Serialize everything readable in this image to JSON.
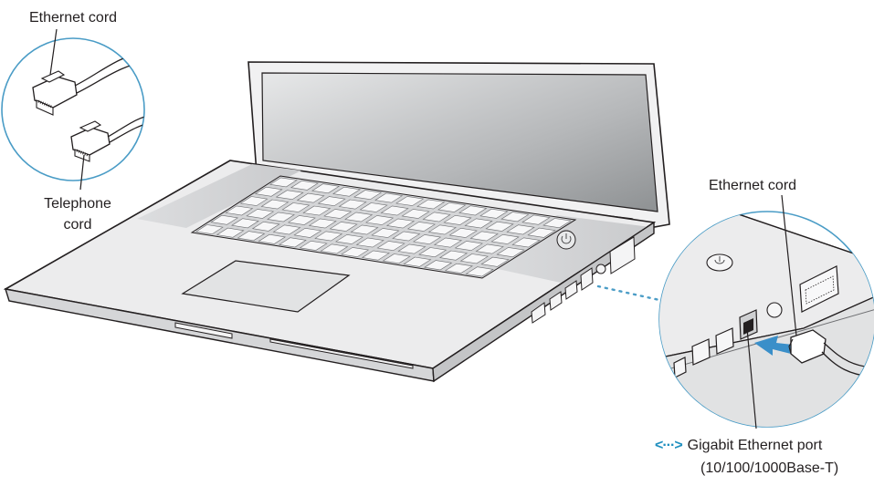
{
  "labels": {
    "ethernet_cord_top": "Ethernet cord",
    "telephone_cord_line1": "Telephone",
    "telephone_cord_line2": "cord",
    "ethernet_cord_right": "Ethernet cord",
    "port_icon": "<···>",
    "gigabit_port_line1": "Gigabit Ethernet port",
    "gigabit_port_line2": "(10/100/1000Base-T)"
  },
  "icons": [
    "ethernet-plug-icon",
    "telephone-plug-icon",
    "laptop-illustration",
    "power-button-icon",
    "ethernet-port-icon",
    "insert-arrow-icon"
  ],
  "colors": {
    "accent_blue": "#4a9cc6",
    "arrow_blue": "#3a8fc9",
    "line": "#231f20",
    "body_gray": "#d9dadb"
  }
}
